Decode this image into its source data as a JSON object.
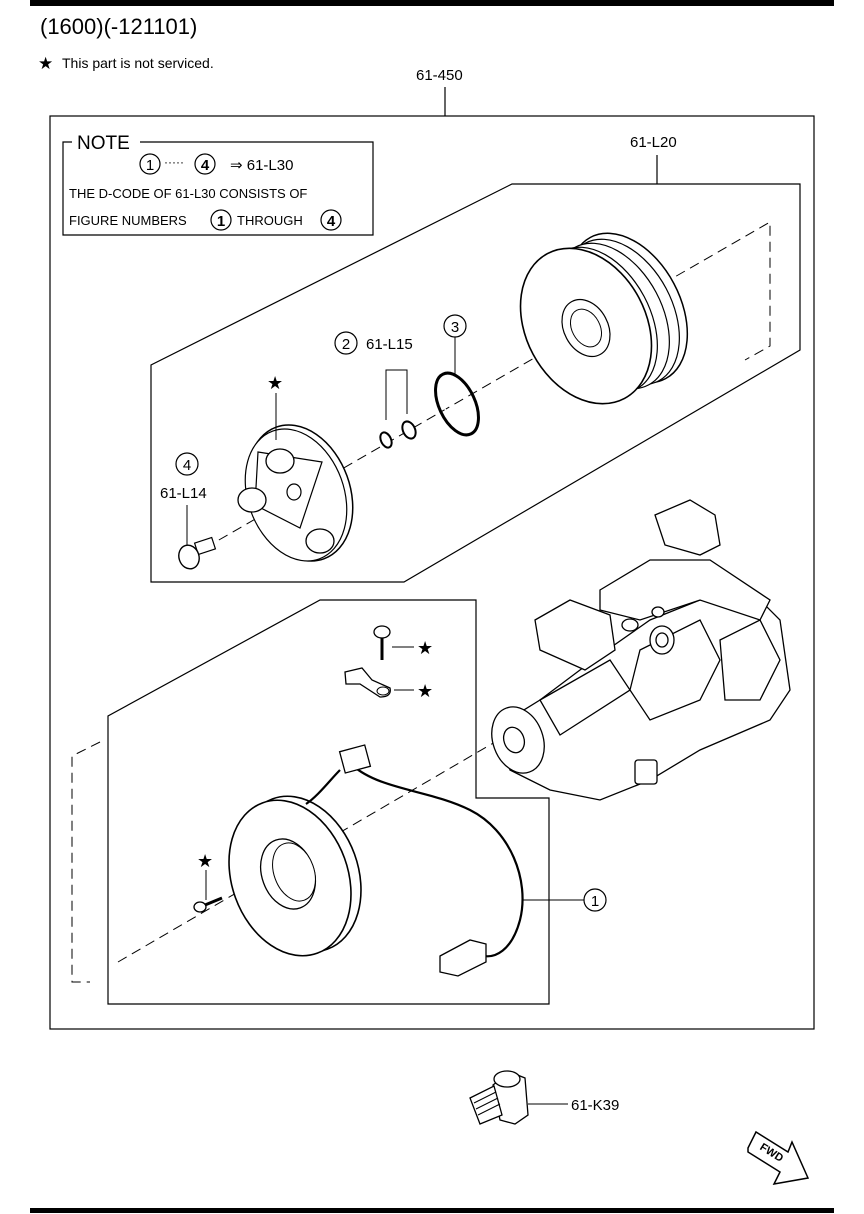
{
  "header": {
    "title": "(1600)(-121101)",
    "not_serviced_note": "This part is not serviced."
  },
  "note_box": {
    "heading": "NOTE",
    "range_from": "1",
    "range_dots": "·····",
    "range_to": "4",
    "arrow_target": "⇒ 61-L30",
    "line2": "THE D-CODE OF 61-L30   CONSISTS OF",
    "line3_prefix": "FIGURE NUMBERS",
    "line3_from": "1",
    "line3_mid": "THROUGH",
    "line3_to": "4"
  },
  "labels": {
    "assembly": "61-450",
    "clutch_kit": "61-L20",
    "shim_code": "61-L15",
    "bolt_code": "61-L14",
    "sensor_code": "61-K39",
    "fwd": "FWD"
  },
  "callouts": {
    "c1": "1",
    "c2": "2",
    "c3": "3",
    "c4": "4"
  },
  "symbols": {
    "star": "★"
  }
}
